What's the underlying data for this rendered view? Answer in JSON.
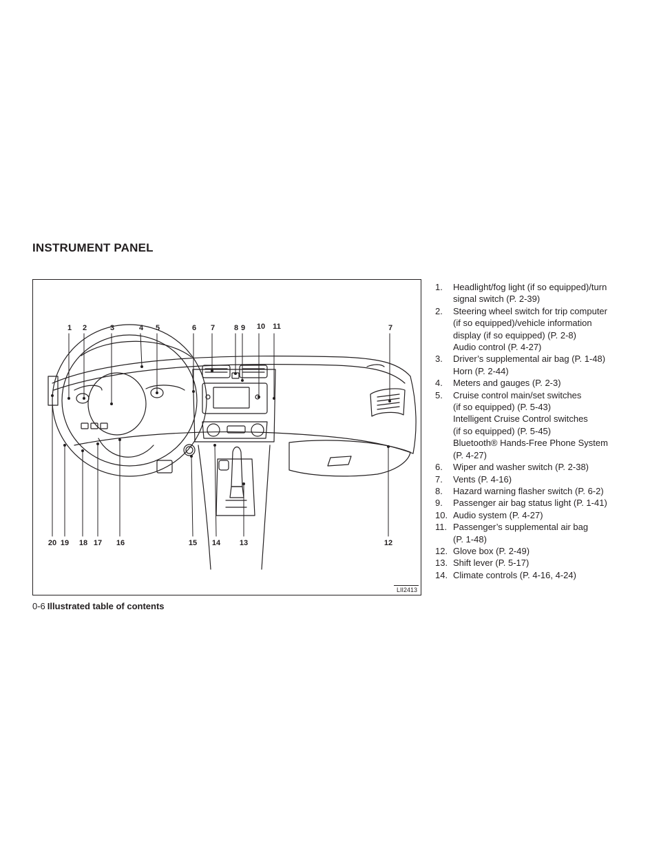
{
  "section_title": "INSTRUMENT PANEL",
  "figure": {
    "code": "LII2413",
    "callouts_top": [
      "1",
      "2",
      "3",
      "4",
      "5",
      "6",
      "7",
      "8",
      "9",
      "10",
      "11",
      "7"
    ],
    "callouts_bottom": [
      "20",
      "19",
      "18",
      "17",
      "16",
      "15",
      "14",
      "13",
      "12"
    ]
  },
  "legend": [
    {
      "num": "1.",
      "lines": [
        "Headlight/fog light (if so equipped)/turn",
        "signal switch (P. 2-39)"
      ]
    },
    {
      "num": "2.",
      "lines": [
        "Steering wheel switch for trip computer",
        "(if so equipped)/vehicle information",
        "display (if so equipped) (P. 2-8)",
        "Audio control (P. 4-27)"
      ]
    },
    {
      "num": "3.",
      "lines": [
        "Driver’s supplemental air bag (P. 1-48)",
        "Horn (P. 2-44)"
      ]
    },
    {
      "num": "4.",
      "lines": [
        "Meters and gauges (P. 2-3)"
      ]
    },
    {
      "num": "5.",
      "lines": [
        "Cruise control main/set switches",
        "(if so equipped) (P. 5-43)",
        "Intelligent Cruise Control switches",
        "(if so equipped) (P. 5-45)",
        "Bluetooth® Hands-Free Phone System",
        "(P. 4-27)"
      ]
    },
    {
      "num": "6.",
      "lines": [
        "Wiper and washer switch (P. 2-38)"
      ]
    },
    {
      "num": "7.",
      "lines": [
        "Vents (P. 4-16)"
      ]
    },
    {
      "num": "8.",
      "lines": [
        "Hazard warning flasher switch (P. 6-2)"
      ]
    },
    {
      "num": "9.",
      "lines": [
        "Passenger air bag status light (P. 1-41)"
      ]
    },
    {
      "num": "10.",
      "lines": [
        "Audio system (P. 4-27)"
      ]
    },
    {
      "num": "11.",
      "lines": [
        "Passenger’s supplemental air bag",
        "(P. 1-48)"
      ]
    },
    {
      "num": "12.",
      "lines": [
        "Glove box (P. 2-49)"
      ]
    },
    {
      "num": "13.",
      "lines": [
        "Shift lever (P. 5-17)"
      ]
    },
    {
      "num": "14.",
      "lines": [
        "Climate controls (P. 4-16, 4-24)"
      ]
    }
  ],
  "footer": {
    "page": "0-6",
    "section": "Illustrated table of contents"
  }
}
